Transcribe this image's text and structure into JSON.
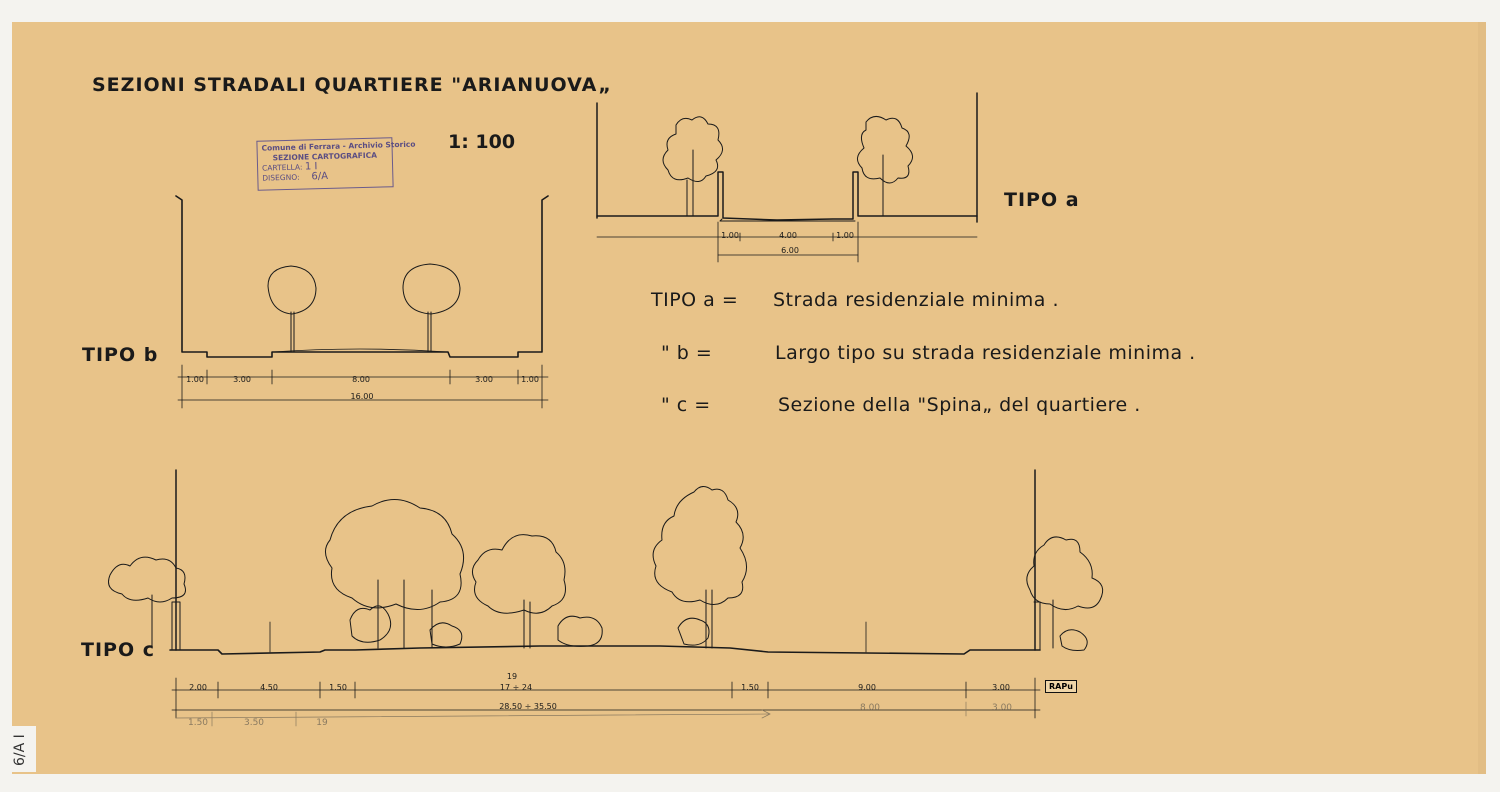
{
  "title": "SEZIONI STRADALI QUARTIERE \"ARIANUOVA„",
  "scale": "1: 100",
  "stamp": {
    "line1": "Comune di Ferrara - Archivio Storico",
    "line2": "SEZIONE CARTOGRAFICA",
    "cartella_label": "CARTELLA:",
    "cartella_value": "1 I",
    "disegno_label": "DISEGNO:",
    "disegno_value": "6/A"
  },
  "labels": {
    "tipo_a": "TIPO a",
    "tipo_b": "TIPO  b",
    "tipo_c": "TIPO  c"
  },
  "legend": [
    {
      "key": "TIPO  a =",
      "text": "Strada residenziale minima ."
    },
    {
      "key": "\"      b =",
      "text": "Largo tipo su strada residenziale minima ."
    },
    {
      "key": "\"      c =",
      "text": "Sezione della \"Spina„ del quartiere ."
    }
  ],
  "dims_a": {
    "d1": "1.00",
    "d2": "4.00",
    "d3": "1.00",
    "total": "6.00"
  },
  "dims_b": {
    "d1": "1.00",
    "d2": "3.00",
    "d3": "8.00",
    "d4": "3.00",
    "d5": "1.00",
    "total": "16.00"
  },
  "dims_c": {
    "d1": "2.00",
    "d2": "4.50",
    "d3": "1.50",
    "d4": "17 ÷ 24",
    "d4_note": "19",
    "d5": "1.50",
    "d6": "9.00",
    "d7": "3.00",
    "total": "28.50 ÷ 35.50",
    "pencil": [
      "1.50",
      "3.50",
      "19",
      "8.00",
      "3.00"
    ]
  },
  "badge": "RAPu",
  "side_mark": "6/A  I"
}
